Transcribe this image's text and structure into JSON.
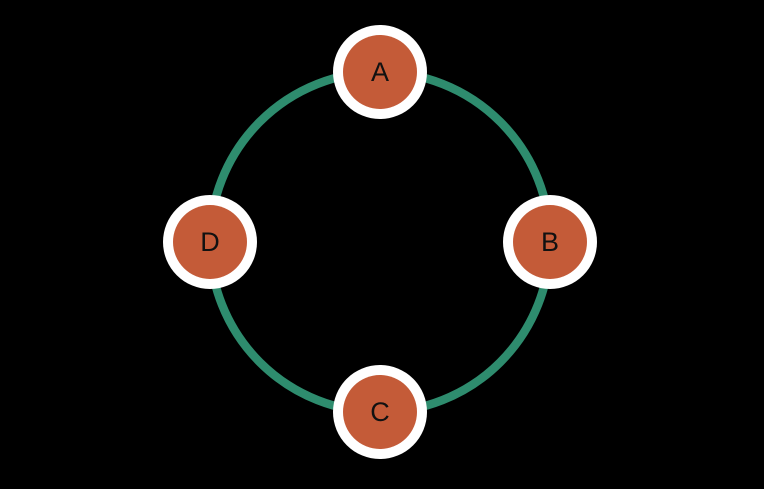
{
  "diagram": {
    "type": "cycle-graph",
    "background": "#000000",
    "colors": {
      "node_fill": "#C45B38",
      "node_halo": "#FFFFFF",
      "edge": "#2E8C6E",
      "label": "#111111"
    },
    "nodes": [
      {
        "id": "A",
        "label": "A",
        "position": "top"
      },
      {
        "id": "B",
        "label": "B",
        "position": "right"
      },
      {
        "id": "C",
        "label": "C",
        "position": "bottom"
      },
      {
        "id": "D",
        "label": "D",
        "position": "left"
      }
    ],
    "edges": [
      {
        "from": "A",
        "to": "B"
      },
      {
        "from": "B",
        "to": "C"
      },
      {
        "from": "C",
        "to": "D"
      },
      {
        "from": "D",
        "to": "A"
      }
    ]
  }
}
